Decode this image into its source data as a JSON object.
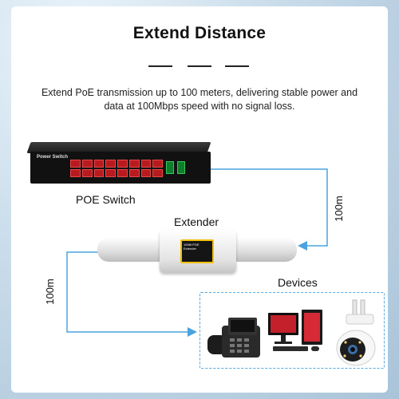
{
  "title": "Extend Distance",
  "description": "Extend PoE transmission up to 100 meters, delivering stable power and data at 100Mbps speed with no signal loss.",
  "labels": {
    "poe_switch": "POE Switch",
    "extender": "Extender",
    "devices": "Devices",
    "distance_right": "100m",
    "distance_left": "100m"
  },
  "switch_panel_text": "Power Switch",
  "extender_panel_text": "100M POE Extender",
  "colors": {
    "line_blue": "#4aa3e0",
    "port_red": "#b71a1f",
    "port_green": "#0f7d2c",
    "label_yellow": "#f2c000"
  }
}
